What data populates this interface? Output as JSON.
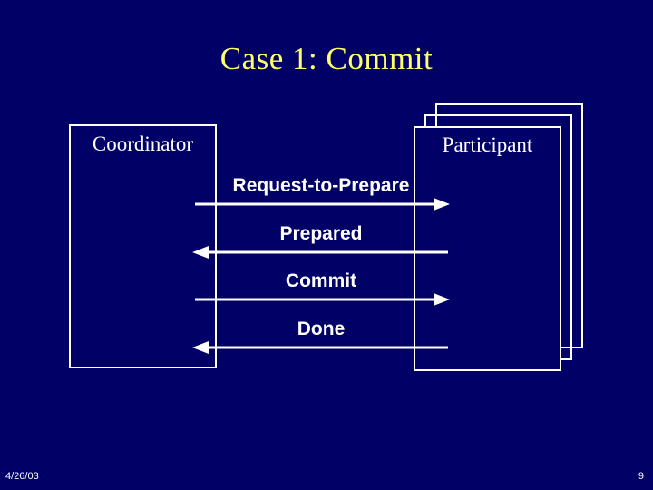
{
  "slide": {
    "title": "Case 1: Commit",
    "background_color": "#000066",
    "title_color": "#ffff66",
    "line_color": "#ffffff",
    "text_color": "#ffffff"
  },
  "diagram": {
    "type": "sequence-diagram",
    "actors": [
      {
        "id": "coordinator",
        "label": "Coordinator",
        "shape": "single-box"
      },
      {
        "id": "participant",
        "label": "Participant",
        "shape": "stacked-box",
        "stack_layers": 3
      }
    ],
    "messages": [
      {
        "index": 1,
        "label": "Request-to-Prepare",
        "direction": "right",
        "from": "coordinator",
        "to": "participant"
      },
      {
        "index": 2,
        "label": "Prepared",
        "direction": "left",
        "from": "participant",
        "to": "coordinator"
      },
      {
        "index": 3,
        "label": "Commit",
        "direction": "right",
        "from": "coordinator",
        "to": "participant"
      },
      {
        "index": 4,
        "label": "Done",
        "direction": "left",
        "from": "participant",
        "to": "coordinator"
      }
    ]
  },
  "footer": {
    "date": "4/26/03",
    "page_number": "9"
  }
}
